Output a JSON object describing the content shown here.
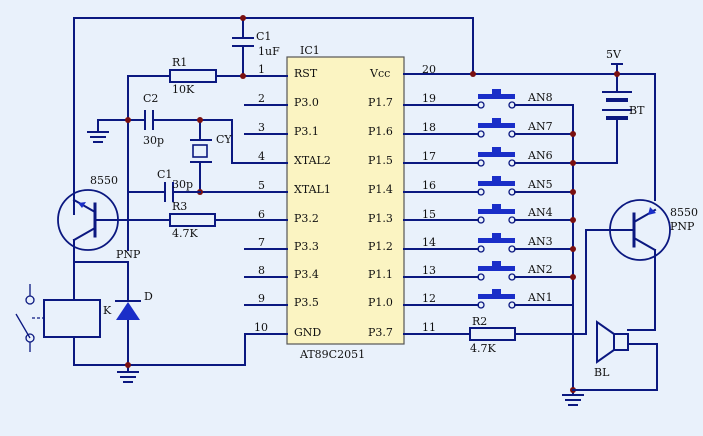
{
  "ic": {
    "ref": "IC1",
    "part": "AT89C2051",
    "left_pins": [
      {
        "num": "1",
        "name": "RST"
      },
      {
        "num": "2",
        "name": "P3.0"
      },
      {
        "num": "3",
        "name": "P3.1"
      },
      {
        "num": "4",
        "name": "XTAL2"
      },
      {
        "num": "5",
        "name": "XTAL1"
      },
      {
        "num": "6",
        "name": "P3.2"
      },
      {
        "num": "7",
        "name": "P3.3"
      },
      {
        "num": "8",
        "name": "P3.4"
      },
      {
        "num": "9",
        "name": "P3.5"
      },
      {
        "num": "10",
        "name": "GND"
      }
    ],
    "right_pins": [
      {
        "num": "20",
        "name": "Vcc"
      },
      {
        "num": "19",
        "name": "P1.7"
      },
      {
        "num": "18",
        "name": "P1.6"
      },
      {
        "num": "17",
        "name": "P1.5"
      },
      {
        "num": "16",
        "name": "P1.4"
      },
      {
        "num": "15",
        "name": "P1.3"
      },
      {
        "num": "14",
        "name": "P1.2"
      },
      {
        "num": "13",
        "name": "P1.1"
      },
      {
        "num": "12",
        "name": "P1.0"
      },
      {
        "num": "11",
        "name": "P3.7"
      }
    ]
  },
  "buttons": [
    "AN8",
    "AN7",
    "AN6",
    "AN5",
    "AN4",
    "AN3",
    "AN2",
    "AN1"
  ],
  "components": {
    "c1_top": {
      "ref": "C1",
      "value": "1uF"
    },
    "r1": {
      "ref": "R1",
      "value": "10K"
    },
    "c2": {
      "ref": "C2",
      "value": "30p"
    },
    "crystal": {
      "ref": "CY"
    },
    "c1_bottom": {
      "ref": "C1",
      "value": "30p"
    },
    "r3": {
      "ref": "R3",
      "value": "4.7K"
    },
    "r2": {
      "ref": "R2",
      "value": "4.7K"
    },
    "q_left": {
      "ref": "8550"
    },
    "q_right": {
      "ref": "8550",
      "type": "PNP"
    },
    "pnp_label": "PNP",
    "diode": {
      "ref": "D"
    },
    "relay": {
      "ref": "K"
    },
    "battery": {
      "ref": "BT"
    },
    "buzzer": {
      "ref": "BL"
    },
    "supply": "5V"
  },
  "colors": {
    "background": "#e9f1fb",
    "wire": "#0b1880",
    "chip": "#fbf4c2",
    "button": "#1a2ec8",
    "junction": "#7a1010"
  }
}
